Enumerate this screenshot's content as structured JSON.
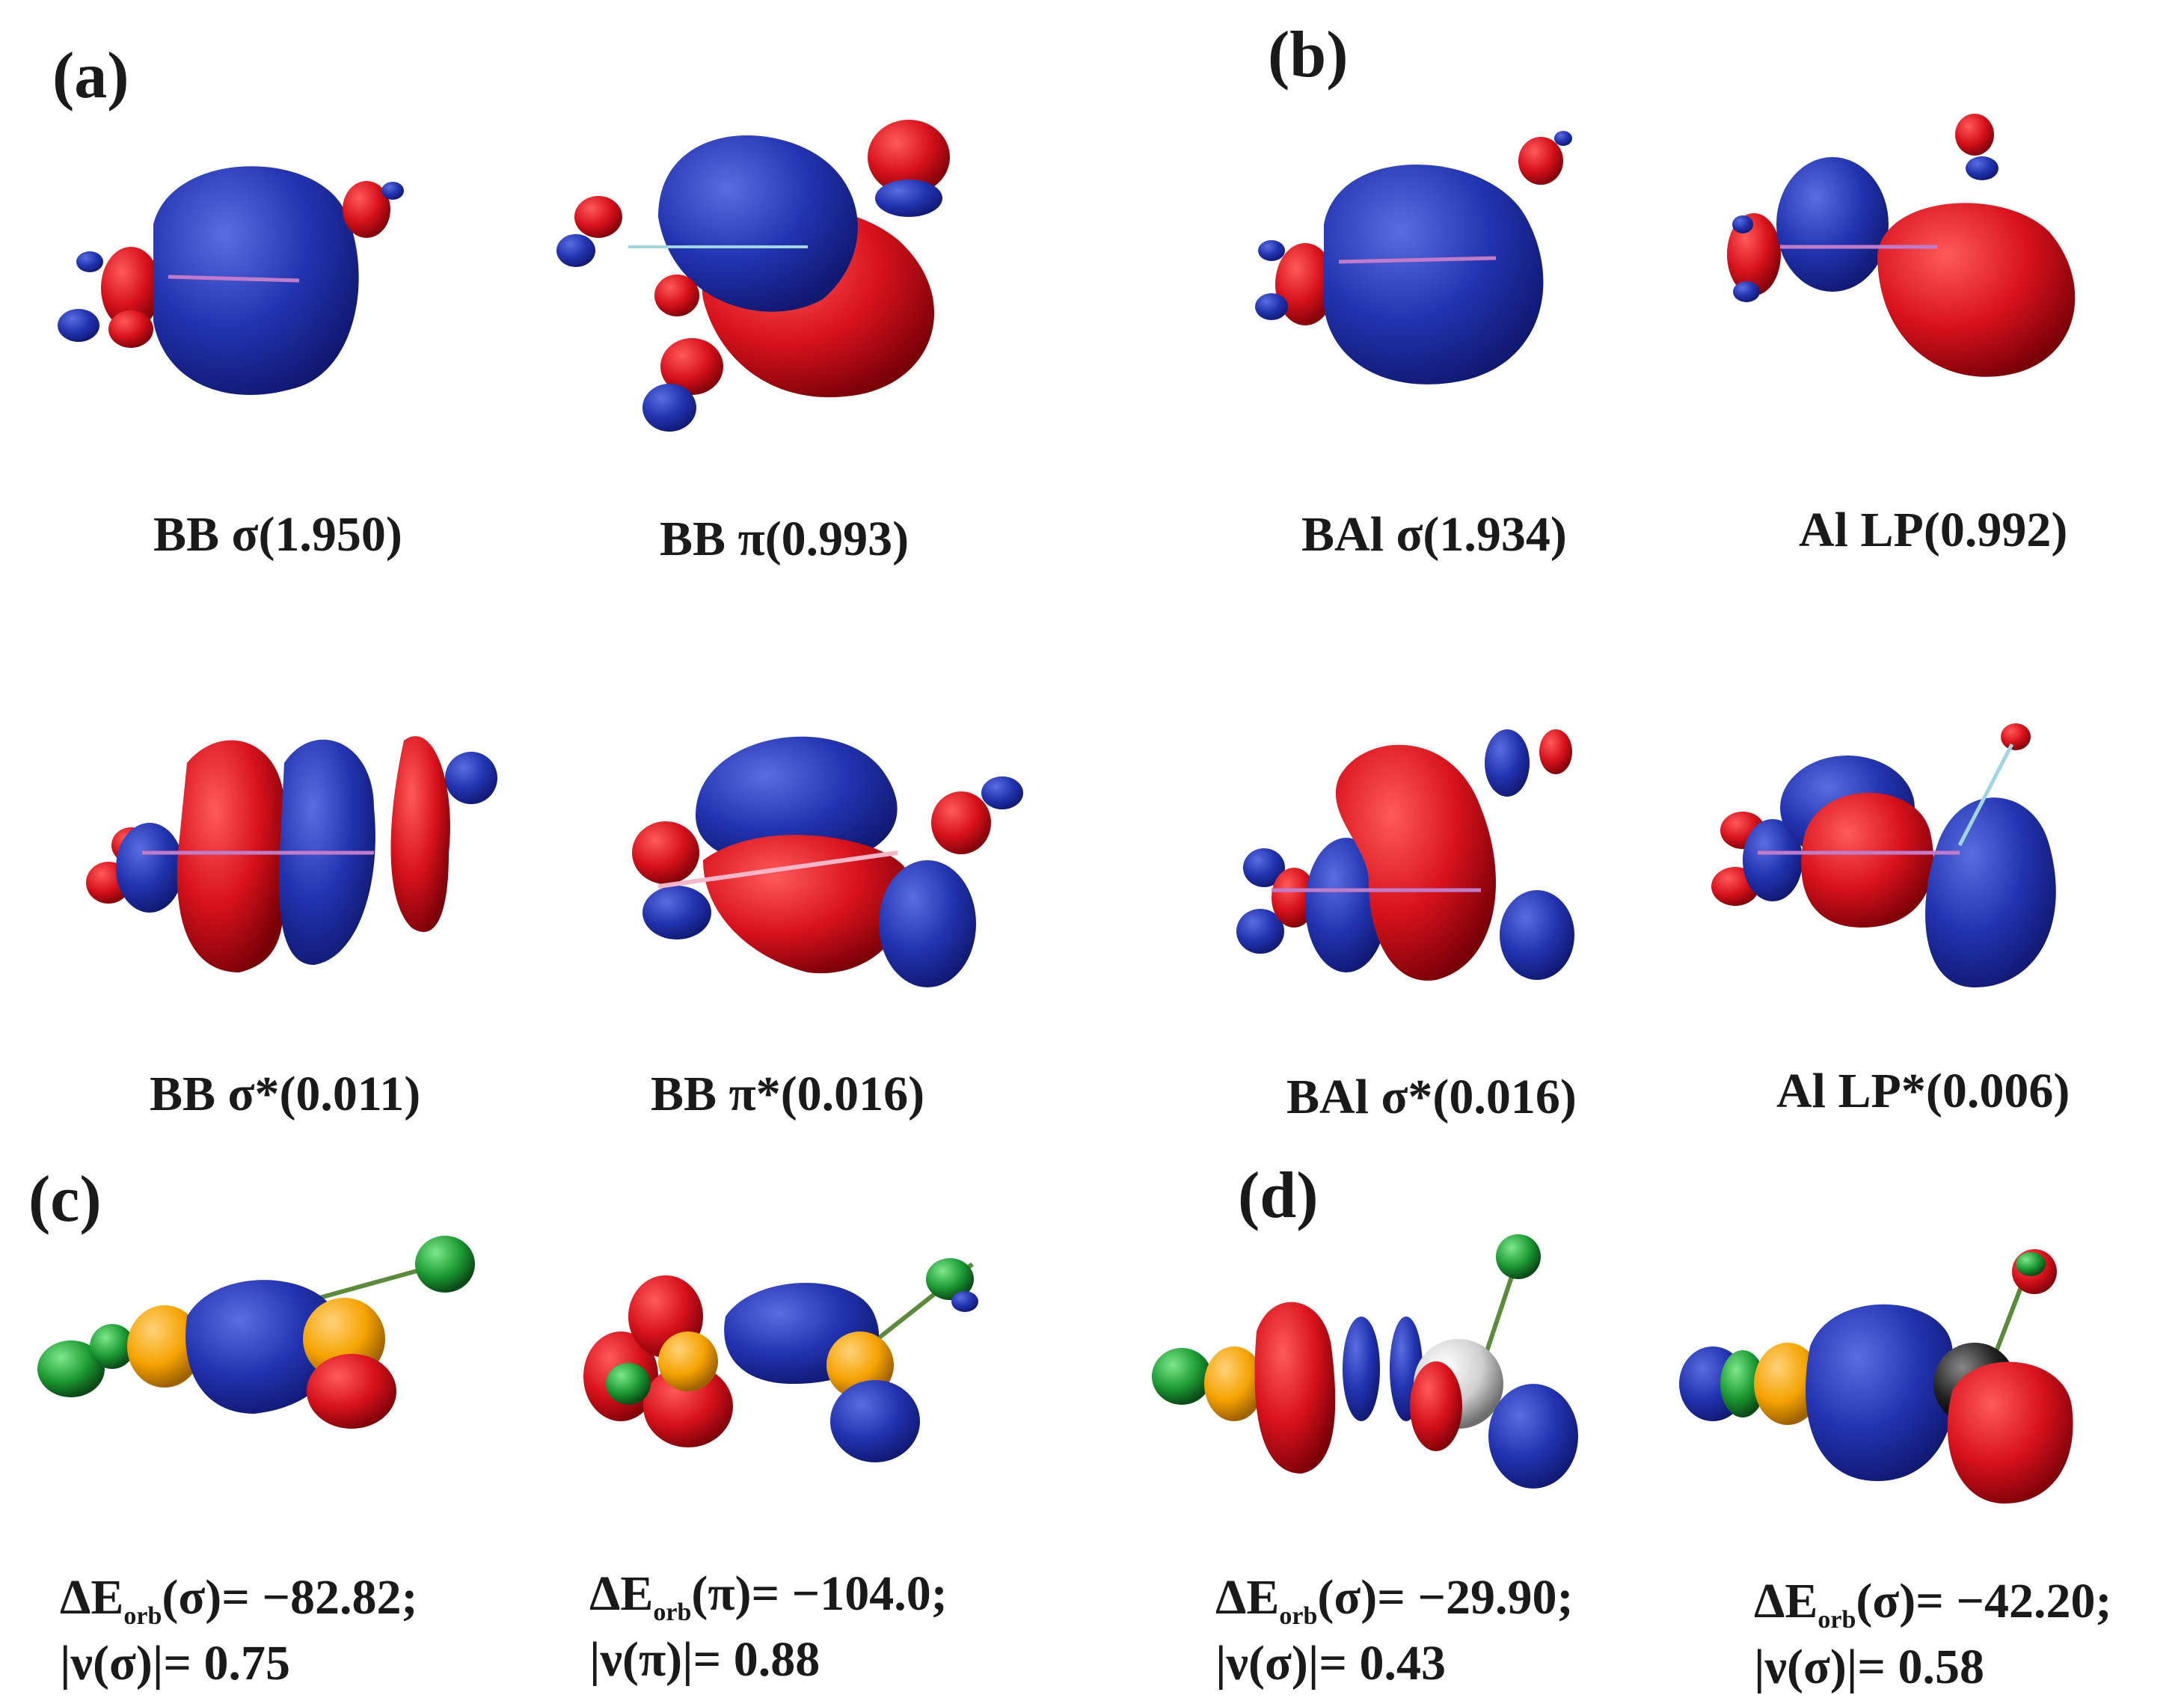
{
  "panels": {
    "a": {
      "letter": "(a)"
    },
    "b": {
      "letter": "(b)"
    },
    "c": {
      "letter": "(c)"
    },
    "d": {
      "letter": "(d)"
    }
  },
  "orbitals": {
    "a1": "BB σ(1.950)",
    "a2": "BB π(0.993)",
    "a3": "BB σ*(0.011)",
    "a4": "BB π*(0.016)",
    "b1": "BAl σ(1.934)",
    "b2": "Al LP(0.992)",
    "b3": "BAl σ*(0.016)",
    "b4": "Al LP*(0.006)"
  },
  "eda": [
    {
      "prefix": "ΔE",
      "sub": "orb",
      "sym": "(σ)",
      "value": "= −82.82;",
      "v_line": "|ν(σ)|= 0.75"
    },
    {
      "prefix": "ΔE",
      "sub": "orb",
      "sym": "(π)",
      "value": "= −104.0;",
      "v_line": "|ν(π)|= 0.88"
    },
    {
      "prefix": "ΔE",
      "sub": "orb",
      "sym": "(σ)",
      "value": "= −29.90;",
      "v_line": "|ν(σ)|= 0.43"
    },
    {
      "prefix": "ΔE",
      "sub": "orb",
      "sym": "(σ)",
      "value": "= −42.20;",
      "v_line": "|ν(σ)|= 0.58"
    }
  ],
  "colors": {
    "lobe_pos": "#1f2ea8",
    "lobe_neg": "#d0101a",
    "atom_B": "#f5a300",
    "atom_H": "#23a83a",
    "atom_Al": "#cfcfcf",
    "bond": "#c07cc9"
  }
}
